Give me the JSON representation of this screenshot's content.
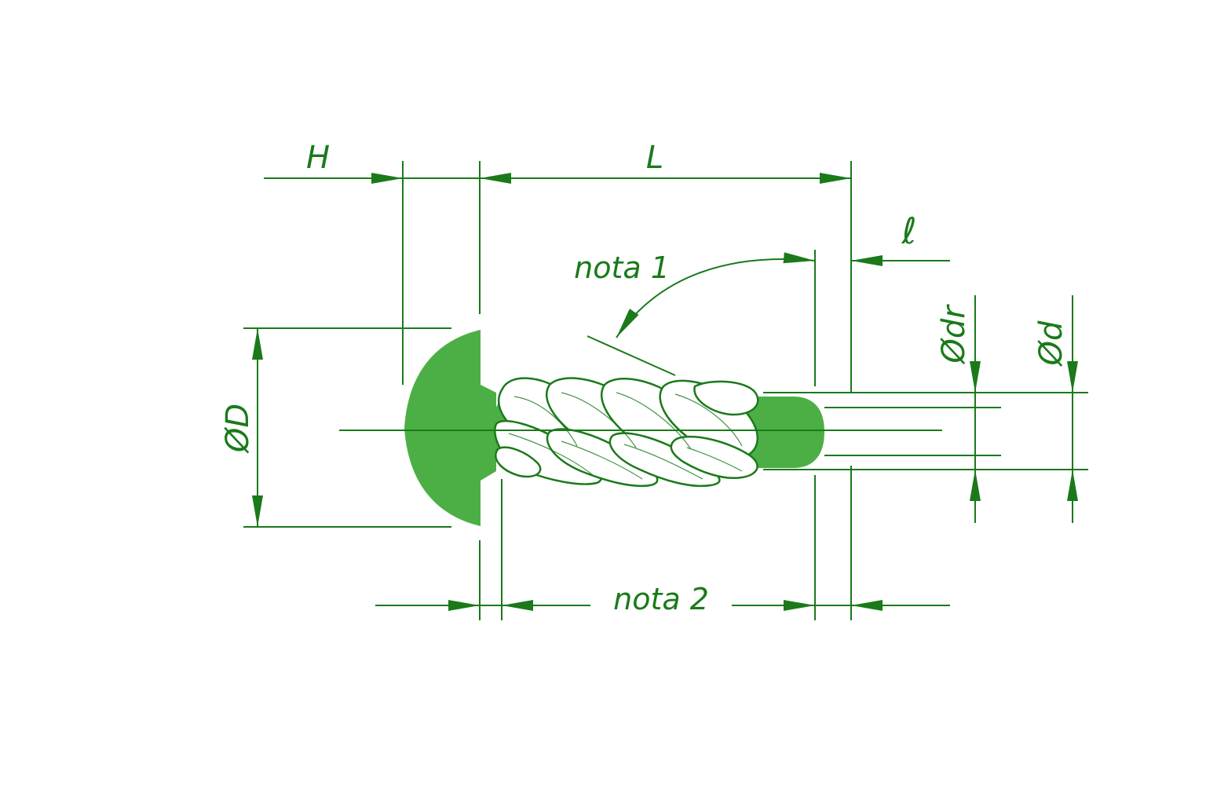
{
  "colors": {
    "line": "#1a7a1a",
    "fill": "#4caf45",
    "background": "#ffffff"
  },
  "labels": {
    "H": "H",
    "L": "L",
    "l": "ℓ",
    "D": "ØD",
    "dr": "Ødr",
    "d": "Ød",
    "note1": "nota 1",
    "note2": "nota 2"
  }
}
